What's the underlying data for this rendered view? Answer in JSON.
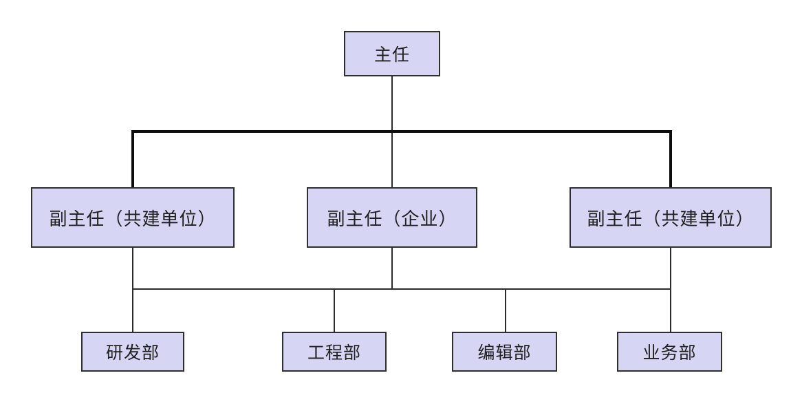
{
  "diagram": {
    "type": "org-chart",
    "colors": {
      "background": "#ffffff",
      "node_fill": "#d6d6f4",
      "node_border": "#2f2f2f",
      "connector_thick": "#0d0d0d",
      "connector_thin": "#2b2b2b",
      "text": "#1f1f1f"
    },
    "nodes": {
      "director": {
        "label": "主任",
        "level": 1
      },
      "deputy_left": {
        "label": "副主任（共建单位）",
        "level": 2,
        "parent": "director"
      },
      "deputy_middle": {
        "label": "副主任（企业）",
        "level": 2,
        "parent": "director"
      },
      "deputy_right": {
        "label": "副主任（共建单位）",
        "level": 2,
        "parent": "director"
      },
      "dept_rd": {
        "label": "研发部",
        "level": 3
      },
      "dept_engineering": {
        "label": "工程部",
        "level": 3
      },
      "dept_editorial": {
        "label": "编辑部",
        "level": 3
      },
      "dept_business": {
        "label": "业务部",
        "level": 3
      }
    }
  }
}
